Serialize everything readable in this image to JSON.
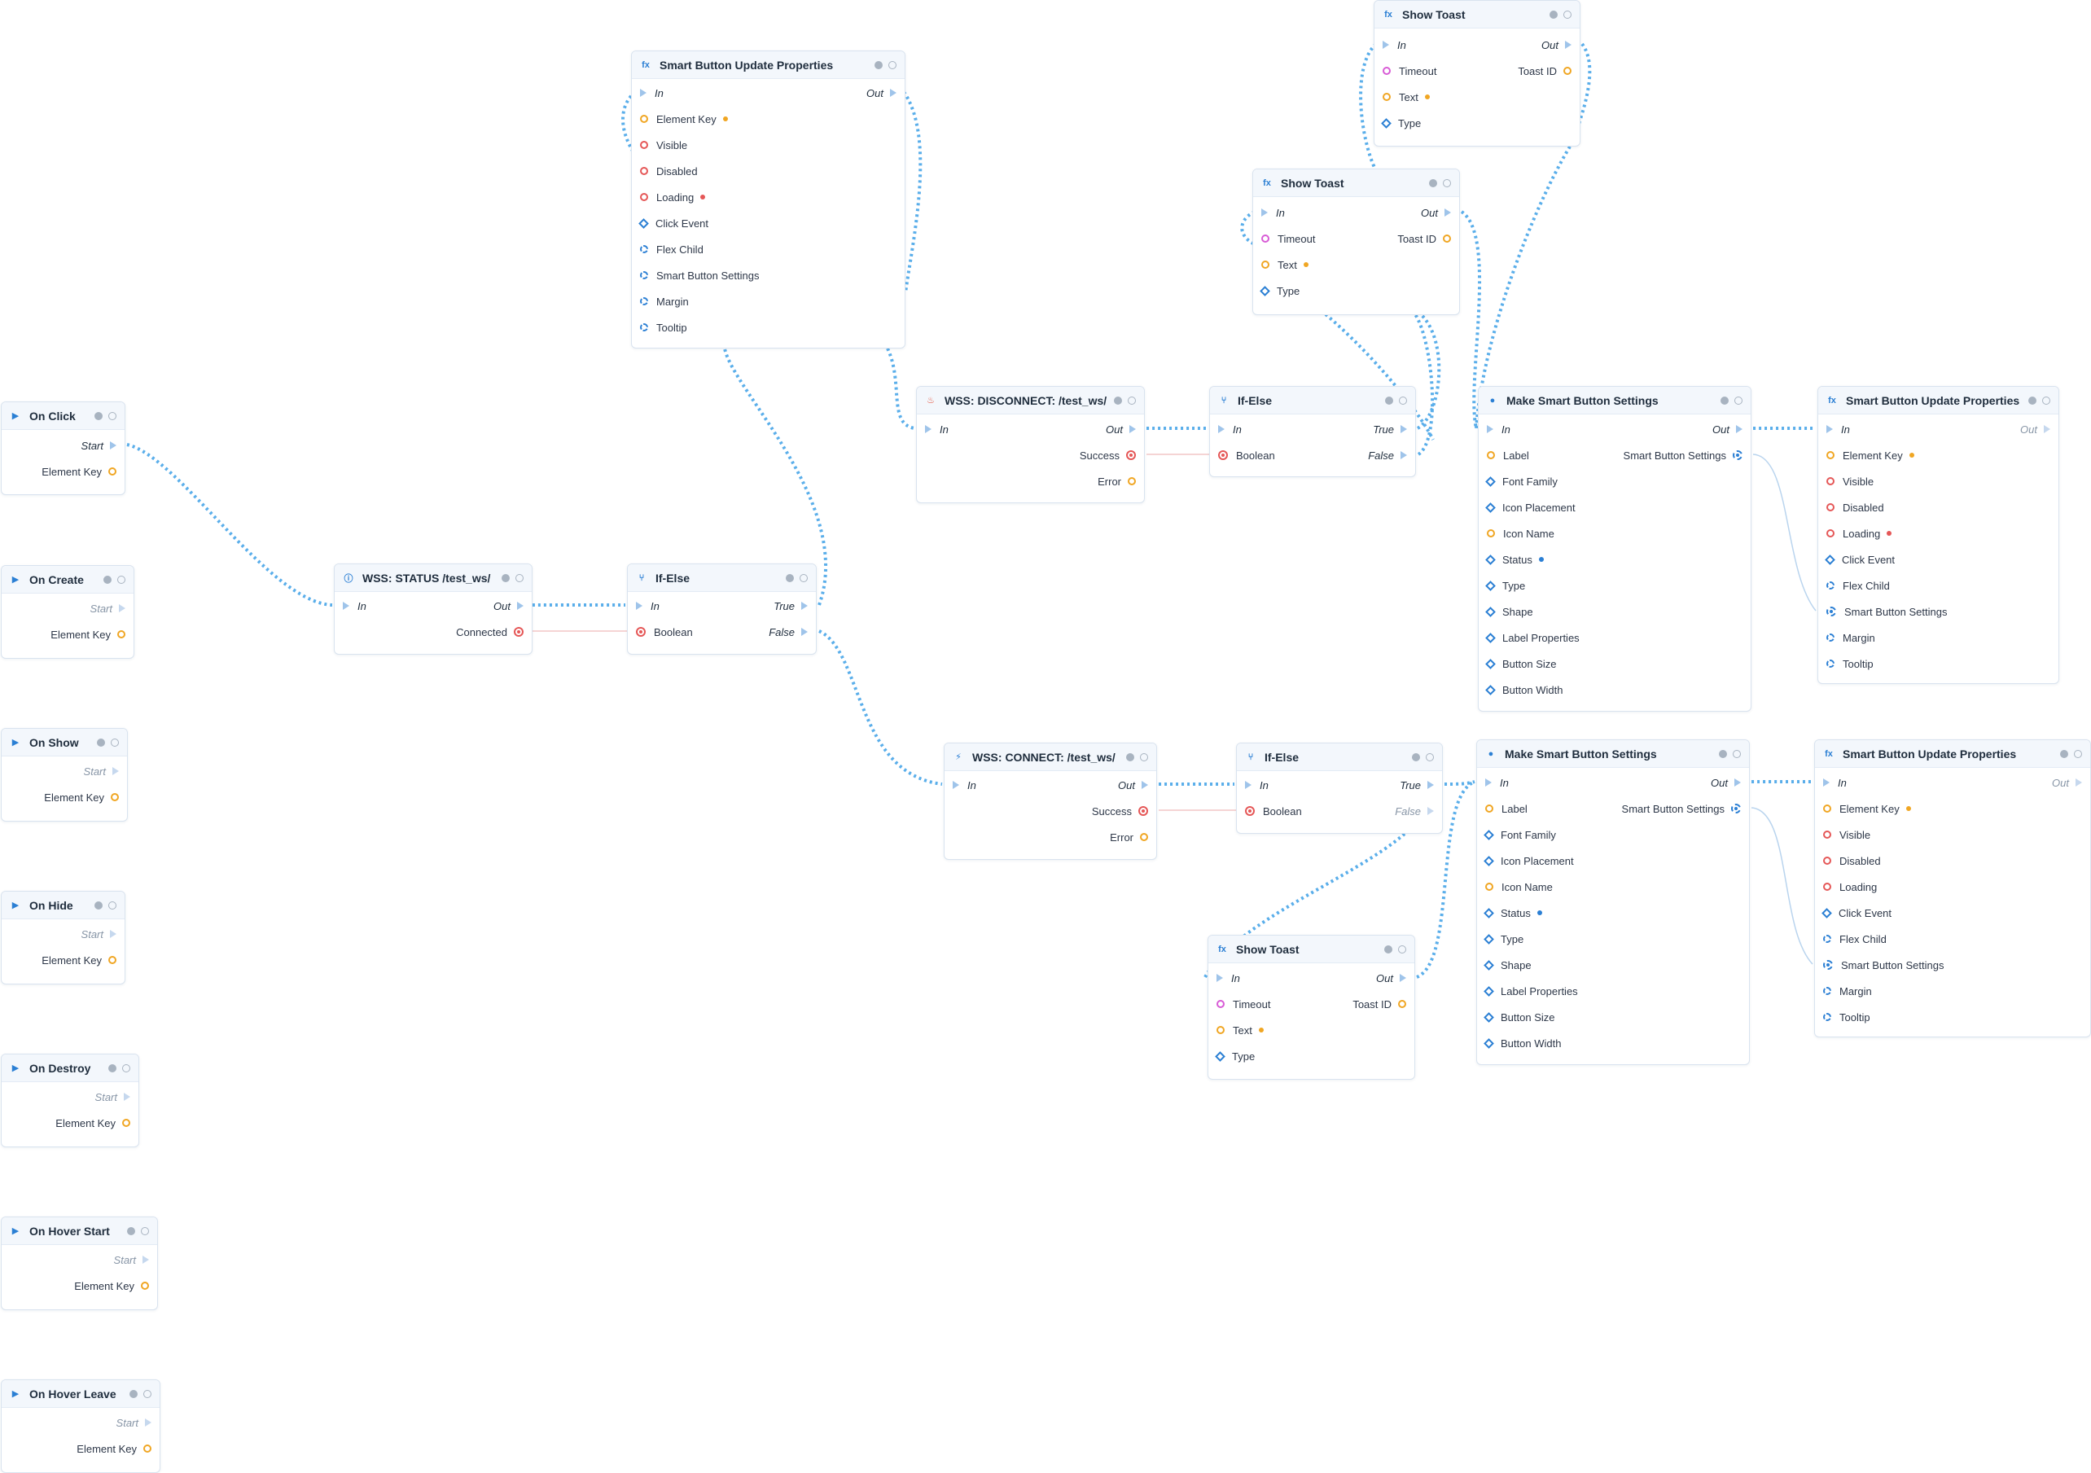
{
  "canvas": {
    "wire_color": "#5aaeea",
    "data_wire_color": "#f2c6c6"
  },
  "nodes": [
    {
      "id": "sbup1",
      "name": "smart-button-update-properties-node",
      "icon": "fx",
      "title": "Smart Button Update Properties",
      "pins": [
        {
          "side": "left",
          "kind": "exec",
          "label": "In"
        },
        {
          "side": "right",
          "kind": "exec",
          "label": "Out"
        },
        {
          "side": "left",
          "kind": "circle-orange",
          "label": "Element Key",
          "required": "orange"
        },
        {
          "side": "left",
          "kind": "circle-red",
          "label": "Visible"
        },
        {
          "side": "left",
          "kind": "circle-red",
          "label": "Disabled"
        },
        {
          "side": "left",
          "kind": "circle-red",
          "label": "Loading",
          "required": "red"
        },
        {
          "side": "left",
          "kind": "diamond-blue",
          "label": "Click Event"
        },
        {
          "side": "left",
          "kind": "dashed-blue",
          "label": "Flex Child"
        },
        {
          "side": "left",
          "kind": "dashed-blue",
          "label": "Smart Button Settings"
        },
        {
          "side": "left",
          "kind": "dashed-blue",
          "label": "Margin"
        },
        {
          "side": "left",
          "kind": "dashed-blue",
          "label": "Tooltip"
        }
      ]
    },
    {
      "id": "toast1",
      "name": "show-toast-node",
      "icon": "fx",
      "title": "Show Toast",
      "pins": [
        {
          "side": "left",
          "kind": "exec",
          "label": "In"
        },
        {
          "side": "right",
          "kind": "exec",
          "label": "Out"
        },
        {
          "side": "left",
          "kind": "circle-pink",
          "label": "Timeout"
        },
        {
          "side": "right",
          "kind": "circle-orange",
          "label": "Toast ID"
        },
        {
          "side": "left",
          "kind": "circle-orange",
          "label": "Text",
          "required": "orange"
        },
        {
          "side": "left",
          "kind": "diamond-blue",
          "label": "Type"
        }
      ]
    },
    {
      "id": "toast2",
      "name": "show-toast-node",
      "icon": "fx",
      "title": "Show Toast",
      "pins": [
        {
          "side": "left",
          "kind": "exec",
          "label": "In"
        },
        {
          "side": "right",
          "kind": "exec",
          "label": "Out"
        },
        {
          "side": "left",
          "kind": "circle-pink",
          "label": "Timeout"
        },
        {
          "side": "right",
          "kind": "circle-orange",
          "label": "Toast ID"
        },
        {
          "side": "left",
          "kind": "circle-orange",
          "label": "Text",
          "required": "orange"
        },
        {
          "side": "left",
          "kind": "diamond-blue",
          "label": "Type"
        }
      ]
    },
    {
      "id": "onclick",
      "name": "on-click-event-node",
      "icon": "play",
      "title": "On Click",
      "pins": [
        {
          "side": "right",
          "kind": "exec",
          "label": "Start"
        },
        {
          "side": "right",
          "kind": "circle-orange",
          "label": "Element Key"
        }
      ]
    },
    {
      "id": "oncreate",
      "name": "on-create-event-node",
      "icon": "play",
      "title": "On Create",
      "pins": [
        {
          "side": "right",
          "kind": "exec-dim",
          "label": "Start"
        },
        {
          "side": "right",
          "kind": "circle-orange",
          "label": "Element Key"
        }
      ]
    },
    {
      "id": "onshow",
      "name": "on-show-event-node",
      "icon": "play",
      "title": "On Show",
      "pins": [
        {
          "side": "right",
          "kind": "exec-dim",
          "label": "Start"
        },
        {
          "side": "right",
          "kind": "circle-orange",
          "label": "Element Key"
        }
      ]
    },
    {
      "id": "onhide",
      "name": "on-hide-event-node",
      "icon": "play",
      "title": "On Hide",
      "pins": [
        {
          "side": "right",
          "kind": "exec-dim",
          "label": "Start"
        },
        {
          "side": "right",
          "kind": "circle-orange",
          "label": "Element Key"
        }
      ]
    },
    {
      "id": "ondestroy",
      "name": "on-destroy-event-node",
      "icon": "play",
      "title": "On Destroy",
      "pins": [
        {
          "side": "right",
          "kind": "exec-dim",
          "label": "Start"
        },
        {
          "side": "right",
          "kind": "circle-orange",
          "label": "Element Key"
        }
      ]
    },
    {
      "id": "onhoverstart",
      "name": "on-hover-start-event-node",
      "icon": "play",
      "title": "On Hover Start",
      "pins": [
        {
          "side": "right",
          "kind": "exec-dim",
          "label": "Start"
        },
        {
          "side": "right",
          "kind": "circle-orange",
          "label": "Element Key"
        }
      ]
    },
    {
      "id": "onhoverleave",
      "name": "on-hover-leave-event-node",
      "icon": "play",
      "title": "On Hover Leave",
      "pins": [
        {
          "side": "right",
          "kind": "exec-dim",
          "label": "Start"
        },
        {
          "side": "right",
          "kind": "circle-orange",
          "label": "Element Key"
        }
      ]
    },
    {
      "id": "wssstatus",
      "name": "wss-status-node",
      "icon": "info",
      "title": "WSS: STATUS /test_ws/",
      "pins": [
        {
          "side": "left",
          "kind": "exec",
          "label": "In"
        },
        {
          "side": "right",
          "kind": "exec",
          "label": "Out"
        },
        {
          "side": "right",
          "kind": "target-red",
          "label": "Connected"
        }
      ]
    },
    {
      "id": "ifelse1",
      "name": "if-else-node",
      "icon": "branch",
      "title": "If-Else",
      "pins": [
        {
          "side": "left",
          "kind": "exec",
          "label": "In"
        },
        {
          "side": "right",
          "kind": "exec",
          "label": "True"
        },
        {
          "side": "left",
          "kind": "target-red",
          "label": "Boolean"
        },
        {
          "side": "right",
          "kind": "exec",
          "label": "False"
        }
      ]
    },
    {
      "id": "wssdisc",
      "name": "wss-disconnect-node",
      "icon": "flame",
      "title": "WSS: DISCONNECT: /test_ws/",
      "pins": [
        {
          "side": "left",
          "kind": "exec",
          "label": "In"
        },
        {
          "side": "right",
          "kind": "exec",
          "label": "Out"
        },
        {
          "side": "right",
          "kind": "target-red",
          "label": "Success"
        },
        {
          "side": "right",
          "kind": "circle-orange",
          "label": "Error"
        }
      ]
    },
    {
      "id": "ifelse2",
      "name": "if-else-node",
      "icon": "branch",
      "title": "If-Else",
      "pins": [
        {
          "side": "left",
          "kind": "exec",
          "label": "In"
        },
        {
          "side": "right",
          "kind": "exec",
          "label": "True"
        },
        {
          "side": "left",
          "kind": "target-red",
          "label": "Boolean"
        },
        {
          "side": "right",
          "kind": "exec",
          "label": "False"
        }
      ]
    },
    {
      "id": "msbs1",
      "name": "make-smart-button-settings-node",
      "icon": "dot",
      "title": "Make Smart Button Settings",
      "pins": [
        {
          "side": "left",
          "kind": "exec",
          "label": "In"
        },
        {
          "side": "right",
          "kind": "exec",
          "label": "Out"
        },
        {
          "side": "left",
          "kind": "circle-orange",
          "label": "Label"
        },
        {
          "side": "right",
          "kind": "gear-blue",
          "label": "Smart Button Settings"
        },
        {
          "side": "left",
          "kind": "diamond-blue",
          "label": "Font Family"
        },
        {
          "side": "left",
          "kind": "diamond-blue",
          "label": "Icon Placement"
        },
        {
          "side": "left",
          "kind": "circle-orange",
          "label": "Icon Name"
        },
        {
          "side": "left",
          "kind": "diamond-blue",
          "label": "Status",
          "required": "blue"
        },
        {
          "side": "left",
          "kind": "diamond-blue",
          "label": "Type"
        },
        {
          "side": "left",
          "kind": "diamond-blue",
          "label": "Shape"
        },
        {
          "side": "left",
          "kind": "diamond-blue",
          "label": "Label Properties"
        },
        {
          "side": "left",
          "kind": "diamond-blue",
          "label": "Button Size"
        },
        {
          "side": "left",
          "kind": "diamond-blue",
          "label": "Button Width"
        }
      ]
    },
    {
      "id": "sbup2",
      "name": "smart-button-update-properties-node",
      "icon": "fx",
      "title": "Smart Button Update Properties",
      "pins": [
        {
          "side": "left",
          "kind": "exec",
          "label": "In"
        },
        {
          "side": "right",
          "kind": "exec-dim",
          "label": "Out"
        },
        {
          "side": "left",
          "kind": "circle-orange",
          "label": "Element Key",
          "required": "orange"
        },
        {
          "side": "left",
          "kind": "circle-red",
          "label": "Visible"
        },
        {
          "side": "left",
          "kind": "circle-red",
          "label": "Disabled"
        },
        {
          "side": "left",
          "kind": "circle-red",
          "label": "Loading",
          "required": "red"
        },
        {
          "side": "left",
          "kind": "diamond-blue",
          "label": "Click Event"
        },
        {
          "side": "left",
          "kind": "dashed-blue",
          "label": "Flex Child"
        },
        {
          "side": "left",
          "kind": "gear-blue",
          "label": "Smart Button Settings"
        },
        {
          "side": "left",
          "kind": "dashed-blue",
          "label": "Margin"
        },
        {
          "side": "left",
          "kind": "dashed-blue",
          "label": "Tooltip"
        }
      ]
    },
    {
      "id": "wssconn",
      "name": "wss-connect-node",
      "icon": "plug",
      "title": "WSS: CONNECT: /test_ws/",
      "pins": [
        {
          "side": "left",
          "kind": "exec",
          "label": "In"
        },
        {
          "side": "right",
          "kind": "exec",
          "label": "Out"
        },
        {
          "side": "right",
          "kind": "target-red",
          "label": "Success"
        },
        {
          "side": "right",
          "kind": "circle-orange",
          "label": "Error"
        }
      ]
    },
    {
      "id": "ifelse3",
      "name": "if-else-node",
      "icon": "branch",
      "title": "If-Else",
      "pins": [
        {
          "side": "left",
          "kind": "exec",
          "label": "In"
        },
        {
          "side": "right",
          "kind": "exec",
          "label": "True"
        },
        {
          "side": "left",
          "kind": "target-red",
          "label": "Boolean"
        },
        {
          "side": "right",
          "kind": "exec-dim",
          "label": "False"
        }
      ]
    },
    {
      "id": "msbs2",
      "name": "make-smart-button-settings-node",
      "icon": "dot",
      "title": "Make Smart Button Settings",
      "pins": [
        {
          "side": "left",
          "kind": "exec",
          "label": "In"
        },
        {
          "side": "right",
          "kind": "exec",
          "label": "Out"
        },
        {
          "side": "left",
          "kind": "circle-orange",
          "label": "Label"
        },
        {
          "side": "right",
          "kind": "gear-blue",
          "label": "Smart Button Settings"
        },
        {
          "side": "left",
          "kind": "diamond-blue",
          "label": "Font Family"
        },
        {
          "side": "left",
          "kind": "diamond-blue",
          "label": "Icon Placement"
        },
        {
          "side": "left",
          "kind": "circle-orange",
          "label": "Icon Name"
        },
        {
          "side": "left",
          "kind": "diamond-blue",
          "label": "Status",
          "required": "blue"
        },
        {
          "side": "left",
          "kind": "diamond-blue",
          "label": "Type"
        },
        {
          "side": "left",
          "kind": "diamond-blue",
          "label": "Shape"
        },
        {
          "side": "left",
          "kind": "diamond-blue",
          "label": "Label Properties"
        },
        {
          "side": "left",
          "kind": "diamond-blue",
          "label": "Button Size"
        },
        {
          "side": "left",
          "kind": "diamond-blue",
          "label": "Button Width"
        }
      ]
    },
    {
      "id": "sbup3",
      "name": "smart-button-update-properties-node",
      "icon": "fx",
      "title": "Smart Button Update Properties",
      "pins": [
        {
          "side": "left",
          "kind": "exec",
          "label": "In"
        },
        {
          "side": "right",
          "kind": "exec-dim",
          "label": "Out"
        },
        {
          "side": "left",
          "kind": "circle-orange",
          "label": "Element Key",
          "required": "orange"
        },
        {
          "side": "left",
          "kind": "circle-red",
          "label": "Visible"
        },
        {
          "side": "left",
          "kind": "circle-red",
          "label": "Disabled"
        },
        {
          "side": "left",
          "kind": "circle-red",
          "label": "Loading"
        },
        {
          "side": "left",
          "kind": "diamond-blue",
          "label": "Click Event"
        },
        {
          "side": "left",
          "kind": "dashed-blue",
          "label": "Flex Child"
        },
        {
          "side": "left",
          "kind": "gear-blue",
          "label": "Smart Button Settings"
        },
        {
          "side": "left",
          "kind": "dashed-blue",
          "label": "Margin"
        },
        {
          "side": "left",
          "kind": "dashed-blue",
          "label": "Tooltip"
        }
      ]
    },
    {
      "id": "toast3",
      "name": "show-toast-node",
      "icon": "fx",
      "title": "Show Toast",
      "pins": [
        {
          "side": "left",
          "kind": "exec",
          "label": "In"
        },
        {
          "side": "right",
          "kind": "exec",
          "label": "Out"
        },
        {
          "side": "left",
          "kind": "circle-pink",
          "label": "Timeout"
        },
        {
          "side": "right",
          "kind": "circle-orange",
          "label": "Toast ID"
        },
        {
          "side": "left",
          "kind": "circle-orange",
          "label": "Text",
          "required": "orange"
        },
        {
          "side": "left",
          "kind": "diamond-blue",
          "label": "Type"
        }
      ]
    }
  ]
}
